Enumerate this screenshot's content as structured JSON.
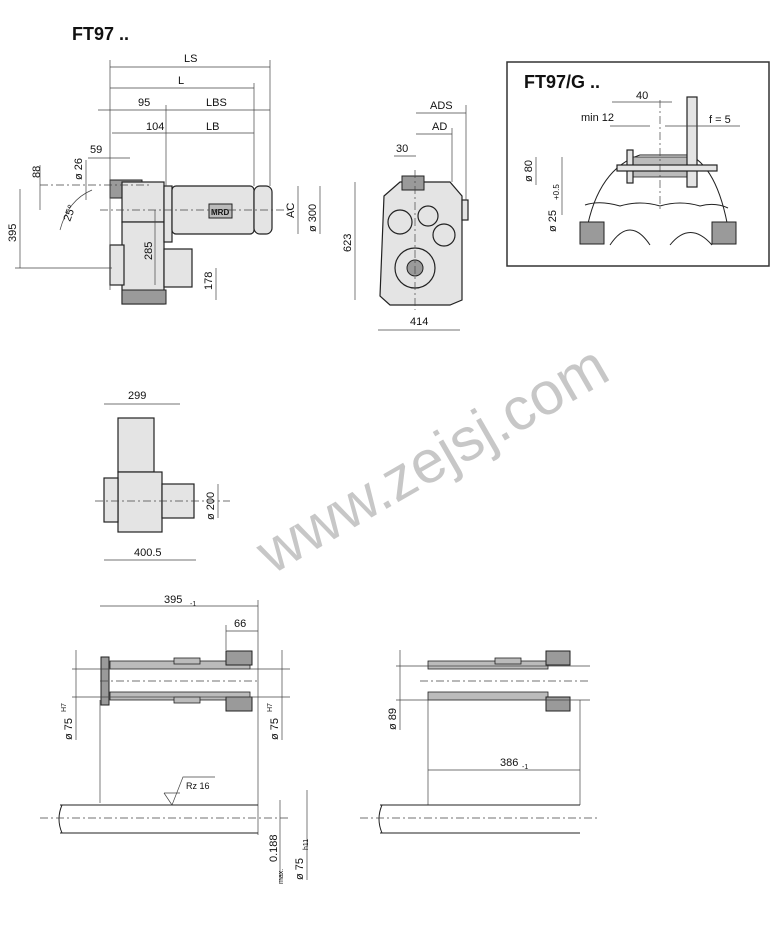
{
  "title_main": "FT97 ..",
  "title_detail": "FT97/G ..",
  "motor_badge": "MRD",
  "watermark": "www.zejsj.com",
  "side_view": {
    "LS": "LS",
    "L": "L",
    "d95": "95",
    "LBS": "LBS",
    "d104": "104",
    "LB": "LB",
    "d59": "59",
    "d26": "ø 26",
    "d88": "88",
    "angle": "25°",
    "d395": "395",
    "d285": "285",
    "d178": "178",
    "AC": "AC",
    "d300": "ø 300"
  },
  "front_view": {
    "ADS": "ADS",
    "AD": "AD",
    "d30": "30",
    "d623": "623",
    "d414": "414"
  },
  "detail_view": {
    "d40": "40",
    "min12": "min 12",
    "f": "f = 5",
    "d80": "ø 80",
    "d25": "ø 25",
    "tol25": "+0.5"
  },
  "top_view": {
    "d299": "299",
    "d200": "ø 200",
    "d4005": "400.5"
  },
  "shaft_left": {
    "d395": "395",
    "tol395": "-1",
    "d66": "66",
    "bore_l": "ø 75",
    "bore_l_tol": "H7",
    "bore_r": "ø 75",
    "bore_r_tol": "H7",
    "rz": "Rz 16",
    "max": "max.",
    "d0188": "0.188",
    "shaft": "ø 75",
    "shaft_tol": "h11"
  },
  "shaft_right": {
    "d89": "ø 89",
    "d386": "386",
    "tol386": "-1"
  }
}
